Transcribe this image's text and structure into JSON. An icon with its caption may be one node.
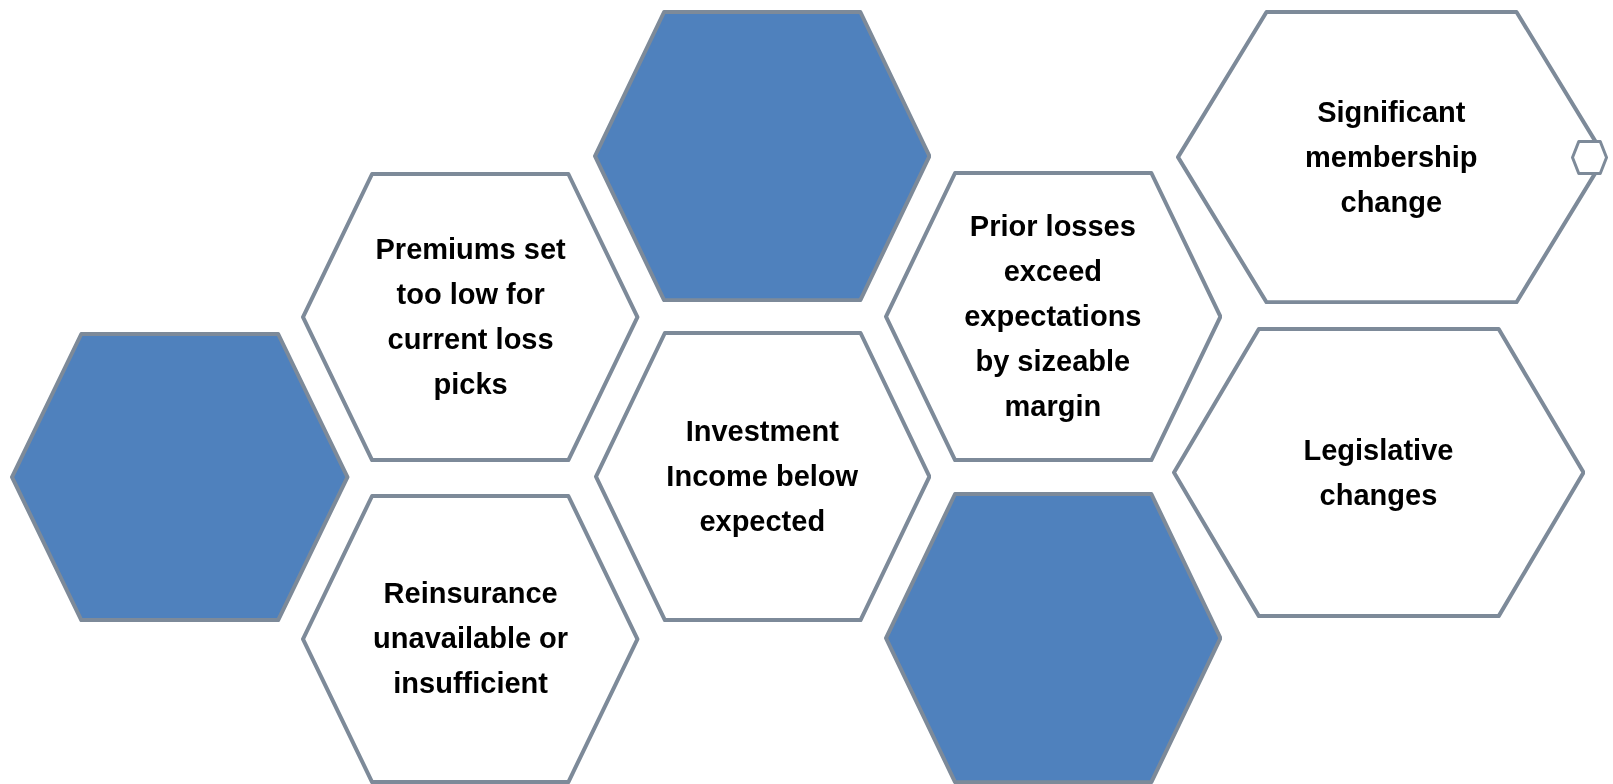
{
  "diagram": {
    "nodes": [
      {
        "text": [],
        "shape": "hexagon"
      },
      {
        "text": [
          "Premiums set too low for current loss picks"
        ]
      },
      {
        "text": [
          "Reinsurance unavailable or insufficient"
        ]
      },
      {
        "text": [],
        "shape": "hexagon"
      },
      {
        "text": [
          "Investment Income below expected"
        ]
      },
      {
        "text": [
          "Prior losses exceed expectations by sizeable margin"
        ]
      },
      {
        "text": [],
        "shape": "hexagon"
      },
      {
        "text": [
          "Significant membership change"
        ]
      },
      {
        "text": [],
        "shape": "hexagon",
        "in": 7
      },
      {
        "text": [
          "Legislative changes"
        ]
      }
    ]
  }
}
